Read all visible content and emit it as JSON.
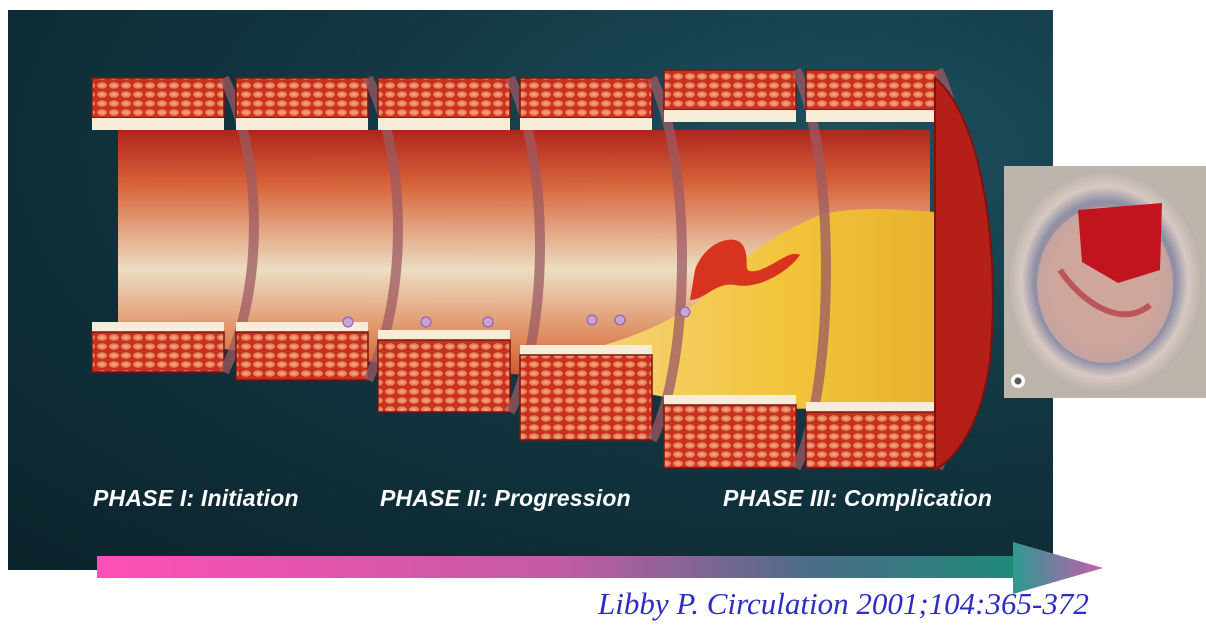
{
  "phases": [
    {
      "label": "PHASE I: Initiation"
    },
    {
      "label": "PHASE II: Progression"
    },
    {
      "label": "PHASE III: Complication"
    }
  ],
  "histology": {
    "corner_label": "O"
  },
  "citation": "Libby P. Circulation 2001;104:365-372",
  "colors": {
    "background": "#123641",
    "arrow_start": "#ff4fb8",
    "arrow_end": "#1e8a7a",
    "label_text": "#ffffff",
    "citation_text": "#2d2dc4",
    "vessel_wall": "#c22a1c",
    "plaque": "#f2c23a"
  }
}
